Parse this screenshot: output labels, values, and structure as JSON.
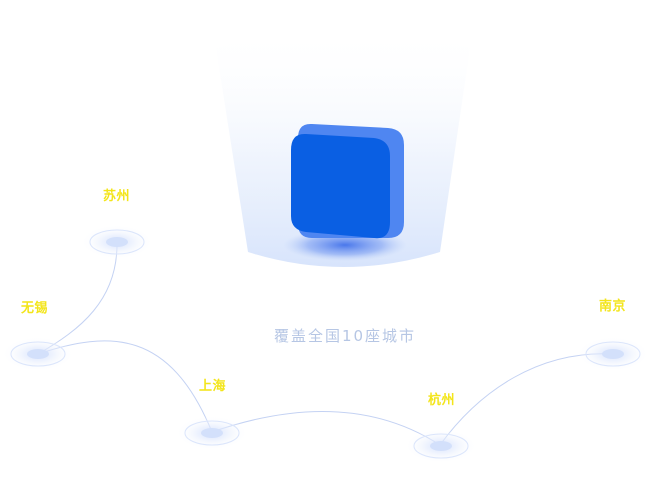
{
  "caption": "覆盖全国10座城市",
  "cities": {
    "suzhou": "苏州",
    "wuxi": "无锡",
    "shanghai": "上海",
    "hangzhou": "杭州",
    "nanjing": "南京"
  },
  "icons": {
    "central": "blue-rounded-square-logo-icon"
  },
  "colors": {
    "label": "#f3e51a",
    "caption": "#b6c6e4",
    "route": "#c4d2f3",
    "marker": "#d8e3fb",
    "logo_front": "#0a5fe3",
    "logo_back": "#4f86f1",
    "beam": "#d6e4fb"
  }
}
